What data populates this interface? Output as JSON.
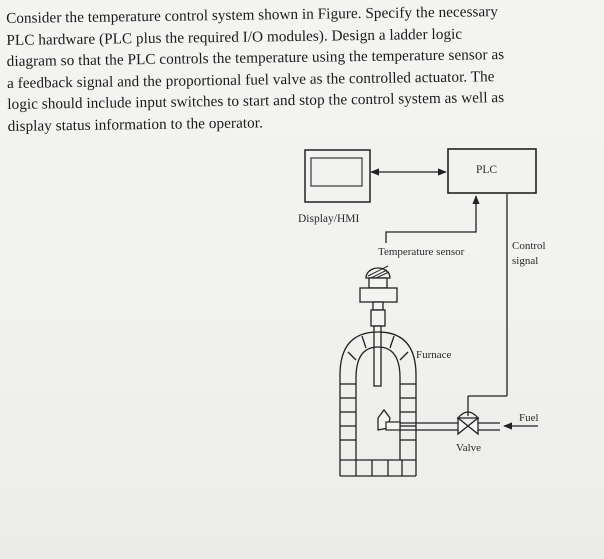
{
  "question": {
    "lines": [
      "Consider the temperature control system shown in Figure. Specify the necessary",
      "PLC hardware (PLC plus the required I/O modules). Design a ladder logic",
      "diagram so that the PLC controls the temperature using the temperature sensor as",
      "a feedback signal and the proportional fuel valve as the controlled actuator. The",
      "logic should include input switches to start and stop the control system as well as",
      "display status information to the operator."
    ]
  },
  "figure": {
    "plc_label": "PLC",
    "display_label": "Display/HMI",
    "sensor_label": "Temperature sensor",
    "control_signal_label": [
      "Control",
      "signal"
    ],
    "furnace_label": "Furnace",
    "fuel_label": "Fuel",
    "valve_label": "Valve"
  }
}
